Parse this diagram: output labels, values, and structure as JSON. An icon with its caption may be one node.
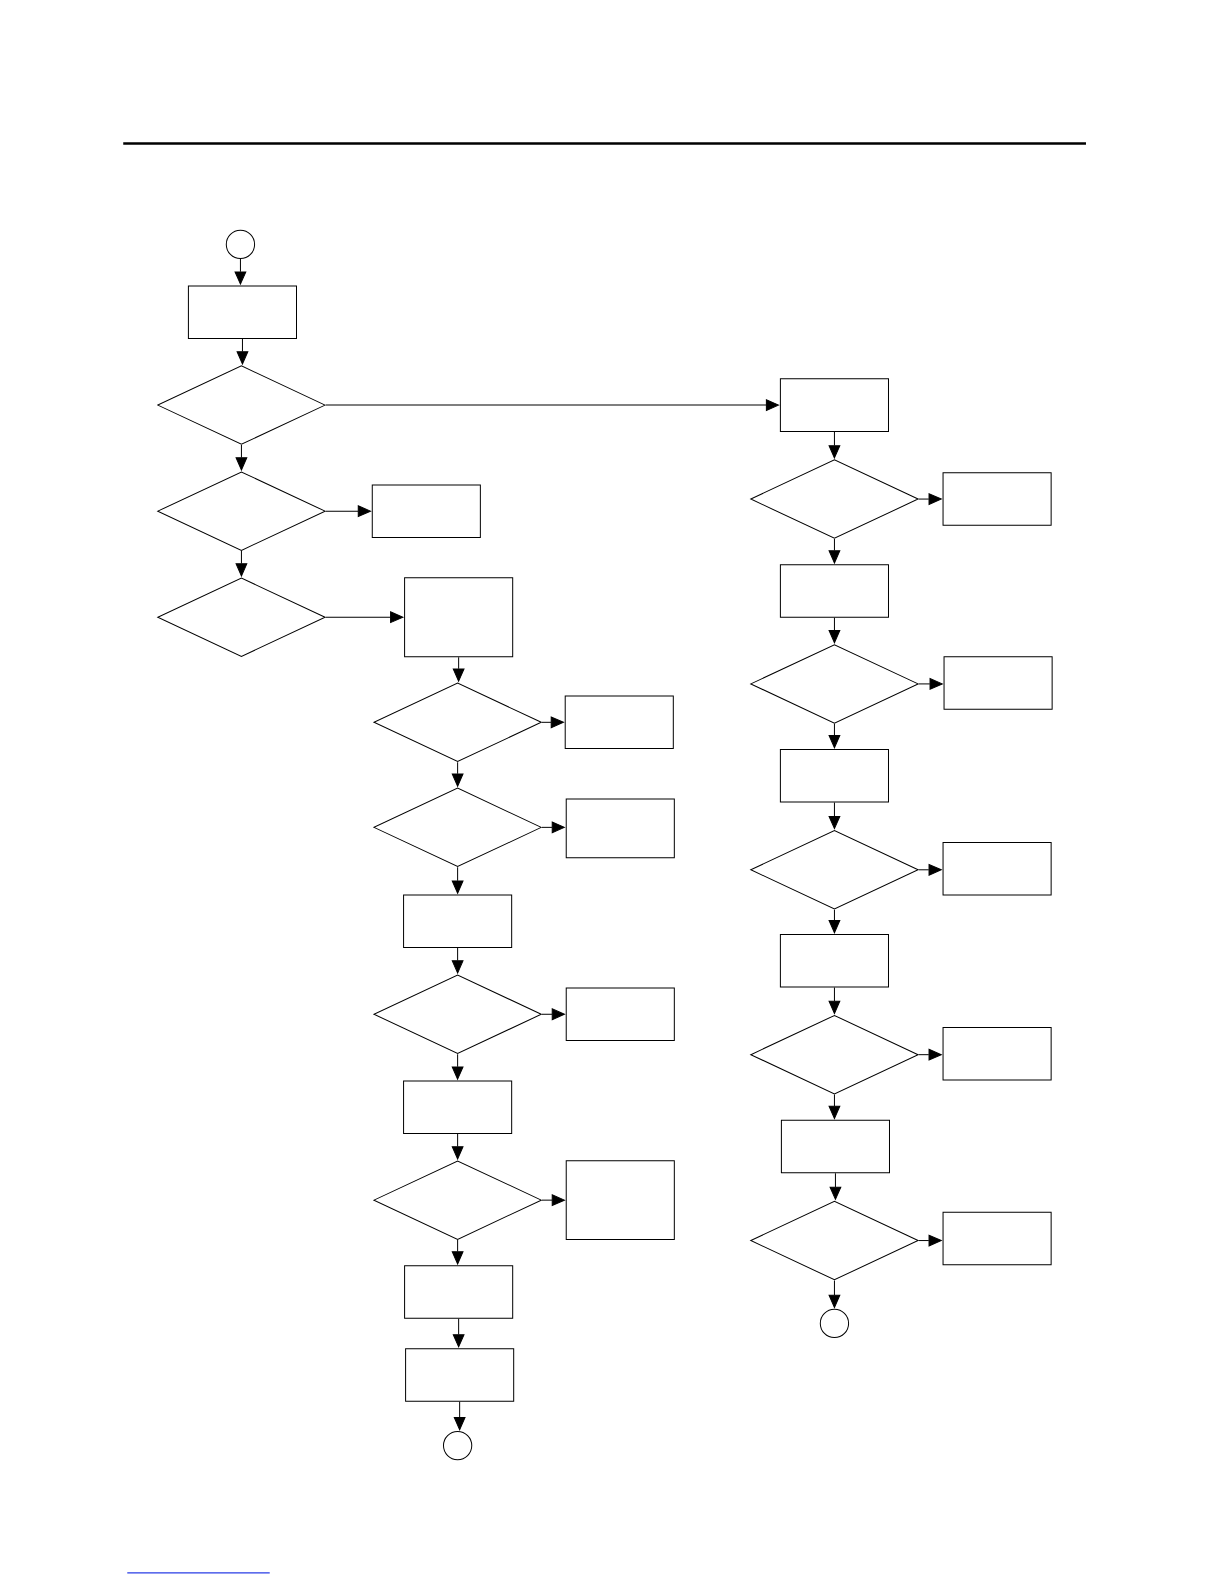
{
  "diagram": {
    "nodes": [
      {
        "text": [],
        "shape": "circle"
      },
      {
        "text": [],
        "shape": "box"
      },
      {
        "text": [],
        "shape": "diamond"
      },
      {
        "text": [],
        "shape": "diamond"
      },
      {
        "text": [],
        "shape": "box"
      },
      {
        "text": [],
        "shape": "diamond"
      },
      {
        "text": [],
        "shape": "box"
      },
      {
        "text": [],
        "shape": "diamond"
      },
      {
        "text": [],
        "shape": "box"
      },
      {
        "text": [],
        "shape": "diamond"
      },
      {
        "text": [],
        "shape": "box"
      },
      {
        "text": [],
        "shape": "box"
      },
      {
        "text": [],
        "shape": "diamond"
      },
      {
        "text": [],
        "shape": "box"
      },
      {
        "text": [],
        "shape": "box"
      },
      {
        "text": [],
        "shape": "diamond"
      },
      {
        "text": [],
        "shape": "box"
      },
      {
        "text": [],
        "shape": "box"
      },
      {
        "text": [],
        "shape": "box"
      },
      {
        "text": [],
        "shape": "circle"
      },
      {
        "text": [],
        "shape": "box"
      },
      {
        "text": [],
        "shape": "diamond"
      },
      {
        "text": [],
        "shape": "box"
      },
      {
        "text": [],
        "shape": "box"
      },
      {
        "text": [],
        "shape": "diamond"
      },
      {
        "text": [],
        "shape": "box"
      },
      {
        "text": [],
        "shape": "box"
      },
      {
        "text": [],
        "shape": "diamond"
      },
      {
        "text": [],
        "shape": "box"
      },
      {
        "text": [],
        "shape": "box"
      },
      {
        "text": [],
        "shape": "diamond"
      },
      {
        "text": [],
        "shape": "box"
      },
      {
        "text": [],
        "shape": "box"
      },
      {
        "text": [],
        "shape": "diamond"
      },
      {
        "text": [],
        "shape": "box"
      },
      {
        "text": [],
        "shape": "circle"
      }
    ],
    "edges": [
      {
        "from": 0,
        "to": 1,
        "arrow": "to"
      },
      {
        "from": 1,
        "to": 2,
        "arrow": "to"
      },
      {
        "from": 2,
        "to": 20,
        "arrow": "to"
      },
      {
        "from": 2,
        "to": 3,
        "arrow": "to"
      },
      {
        "from": 3,
        "to": 4,
        "arrow": "to"
      },
      {
        "from": 3,
        "to": 5,
        "arrow": "to"
      },
      {
        "from": 5,
        "to": 6,
        "arrow": "to"
      },
      {
        "from": 6,
        "to": 7,
        "arrow": "to"
      },
      {
        "from": 7,
        "to": 8,
        "arrow": "to"
      },
      {
        "from": 7,
        "to": 9,
        "arrow": "to"
      },
      {
        "from": 9,
        "to": 10,
        "arrow": "to"
      },
      {
        "from": 9,
        "to": 11,
        "arrow": "to"
      },
      {
        "from": 11,
        "to": 12,
        "arrow": "to"
      },
      {
        "from": 12,
        "to": 13,
        "arrow": "to"
      },
      {
        "from": 12,
        "to": 14,
        "arrow": "to"
      },
      {
        "from": 14,
        "to": 15,
        "arrow": "to"
      },
      {
        "from": 15,
        "to": 16,
        "arrow": "to"
      },
      {
        "from": 15,
        "to": 17,
        "arrow": "to"
      },
      {
        "from": 17,
        "to": 18,
        "arrow": "to"
      },
      {
        "from": 18,
        "to": 19,
        "arrow": "to"
      },
      {
        "from": 20,
        "to": 21,
        "arrow": "to"
      },
      {
        "from": 21,
        "to": 22,
        "arrow": "to"
      },
      {
        "from": 21,
        "to": 23,
        "arrow": "to"
      },
      {
        "from": 23,
        "to": 24,
        "arrow": "to"
      },
      {
        "from": 24,
        "to": 25,
        "arrow": "to"
      },
      {
        "from": 24,
        "to": 26,
        "arrow": "to"
      },
      {
        "from": 26,
        "to": 27,
        "arrow": "to"
      },
      {
        "from": 27,
        "to": 28,
        "arrow": "to"
      },
      {
        "from": 27,
        "to": 29,
        "arrow": "to"
      },
      {
        "from": 29,
        "to": 30,
        "arrow": "to"
      },
      {
        "from": 30,
        "to": 31,
        "arrow": "to"
      },
      {
        "from": 30,
        "to": 32,
        "arrow": "to"
      },
      {
        "from": 32,
        "to": 33,
        "arrow": "to"
      },
      {
        "from": 33,
        "to": 34,
        "arrow": "to"
      },
      {
        "from": 33,
        "to": 35,
        "arrow": "to"
      }
    ]
  }
}
